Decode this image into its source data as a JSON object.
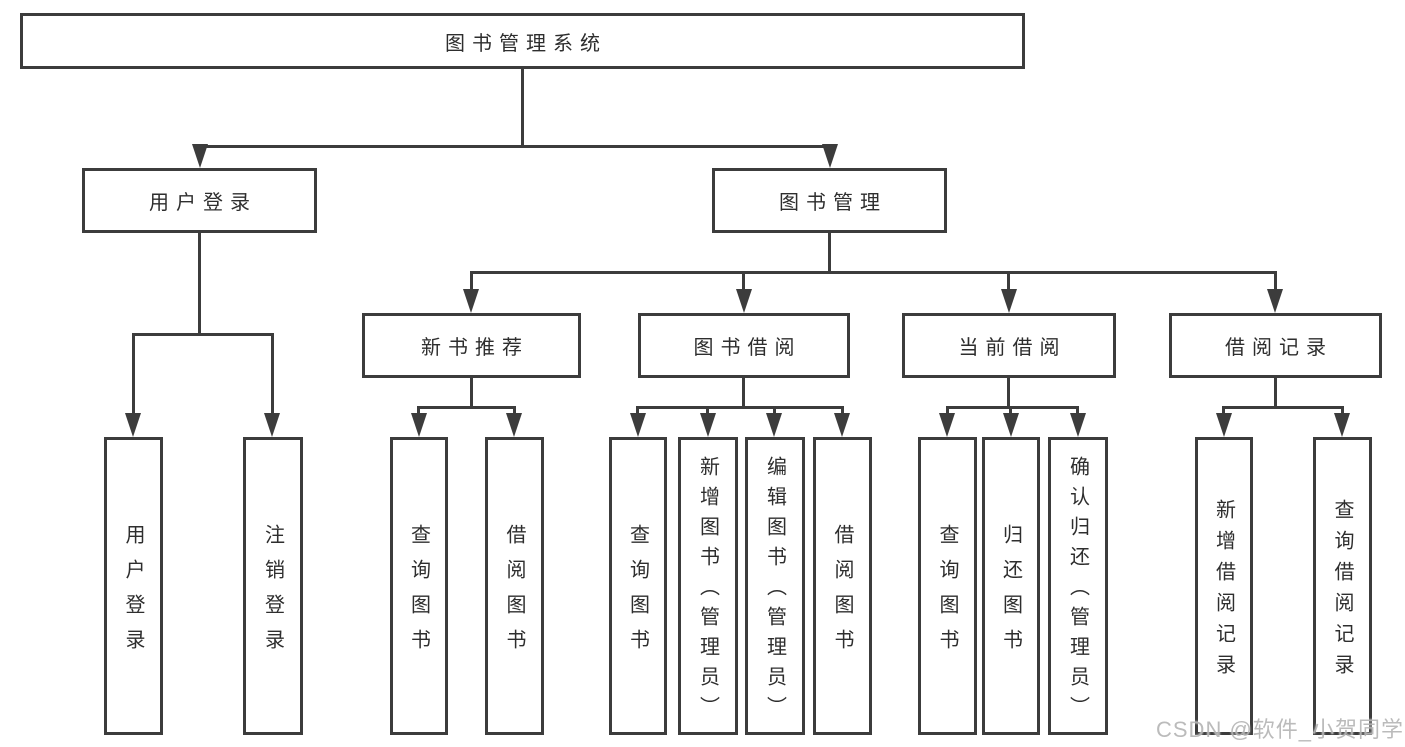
{
  "diagram_title": "图书管理系统",
  "tree": {
    "root": {
      "label": "图书管理系统"
    },
    "branches": [
      {
        "label": "用户登录",
        "children": [
          {
            "label": "用户登录"
          },
          {
            "label": "注销登录"
          }
        ]
      },
      {
        "label": "图书管理",
        "children": [
          {
            "label": "新书推荐",
            "children": [
              {
                "label": "查询图书"
              },
              {
                "label": "借阅图书"
              }
            ]
          },
          {
            "label": "图书借阅",
            "children": [
              {
                "label": "查询图书"
              },
              {
                "label": "新增图书（管理员）"
              },
              {
                "label": "编辑图书（管理员）"
              },
              {
                "label": "借阅图书"
              }
            ]
          },
          {
            "label": "当前借阅",
            "children": [
              {
                "label": "查询图书"
              },
              {
                "label": "归还图书"
              },
              {
                "label": "确认归还（管理员）"
              }
            ]
          },
          {
            "label": "借阅记录",
            "children": [
              {
                "label": "新增借阅记录"
              },
              {
                "label": "查询借阅记录"
              }
            ]
          }
        ]
      }
    ]
  },
  "watermark": "CSDN @软件_小贺同学",
  "colors": {
    "line": "#3c3c3c",
    "text": "#2e2e2e",
    "watermark": "#b6b6b6",
    "background": "#ffffff"
  }
}
